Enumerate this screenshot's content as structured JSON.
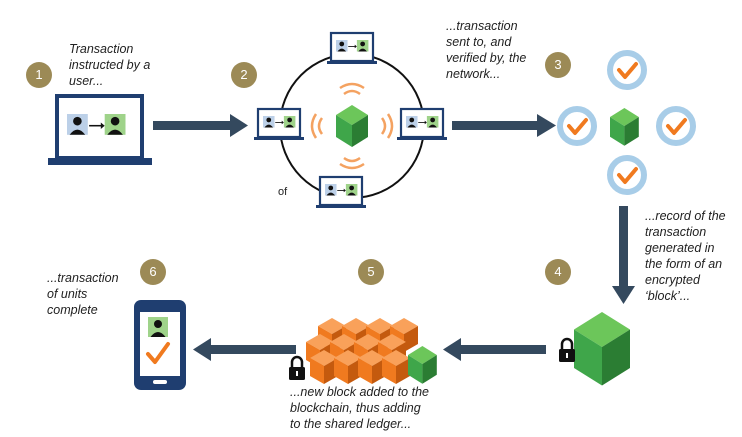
{
  "steps": [
    {
      "number": "1",
      "caption": "Transaction\ninstructed by a\nuser..."
    },
    {
      "number": "2",
      "caption": ""
    },
    {
      "number": "3",
      "caption": "...transaction\nsent to, and\nverified by, the\nnetwork..."
    },
    {
      "number": "4",
      "caption": "...record of the\ntransaction\ngenerated in\nthe form of an\nencrypted\n‘block’..."
    },
    {
      "number": "5",
      "caption": "...new block added to the\nblockchain, thus adding\nto the shared ledger..."
    },
    {
      "number": "6",
      "caption": "...transaction\nof units\ncomplete"
    }
  ],
  "stray_text": "of",
  "colors": {
    "number_badge": "#9c8a56",
    "arrow": "#34495e",
    "device_frame": "#1f3e70",
    "cube_green": "#3fa64a",
    "chain_orange": "#f07a1f",
    "check_orange": "#f07a1f",
    "check_ring": "#a8cde8",
    "signal": "#f4a261"
  },
  "icons": [
    "laptop-icon",
    "user-icon",
    "arrow-icon",
    "cube-icon",
    "check-icon",
    "lock-icon",
    "phone-icon",
    "signal-icon",
    "blockchain-icon"
  ]
}
